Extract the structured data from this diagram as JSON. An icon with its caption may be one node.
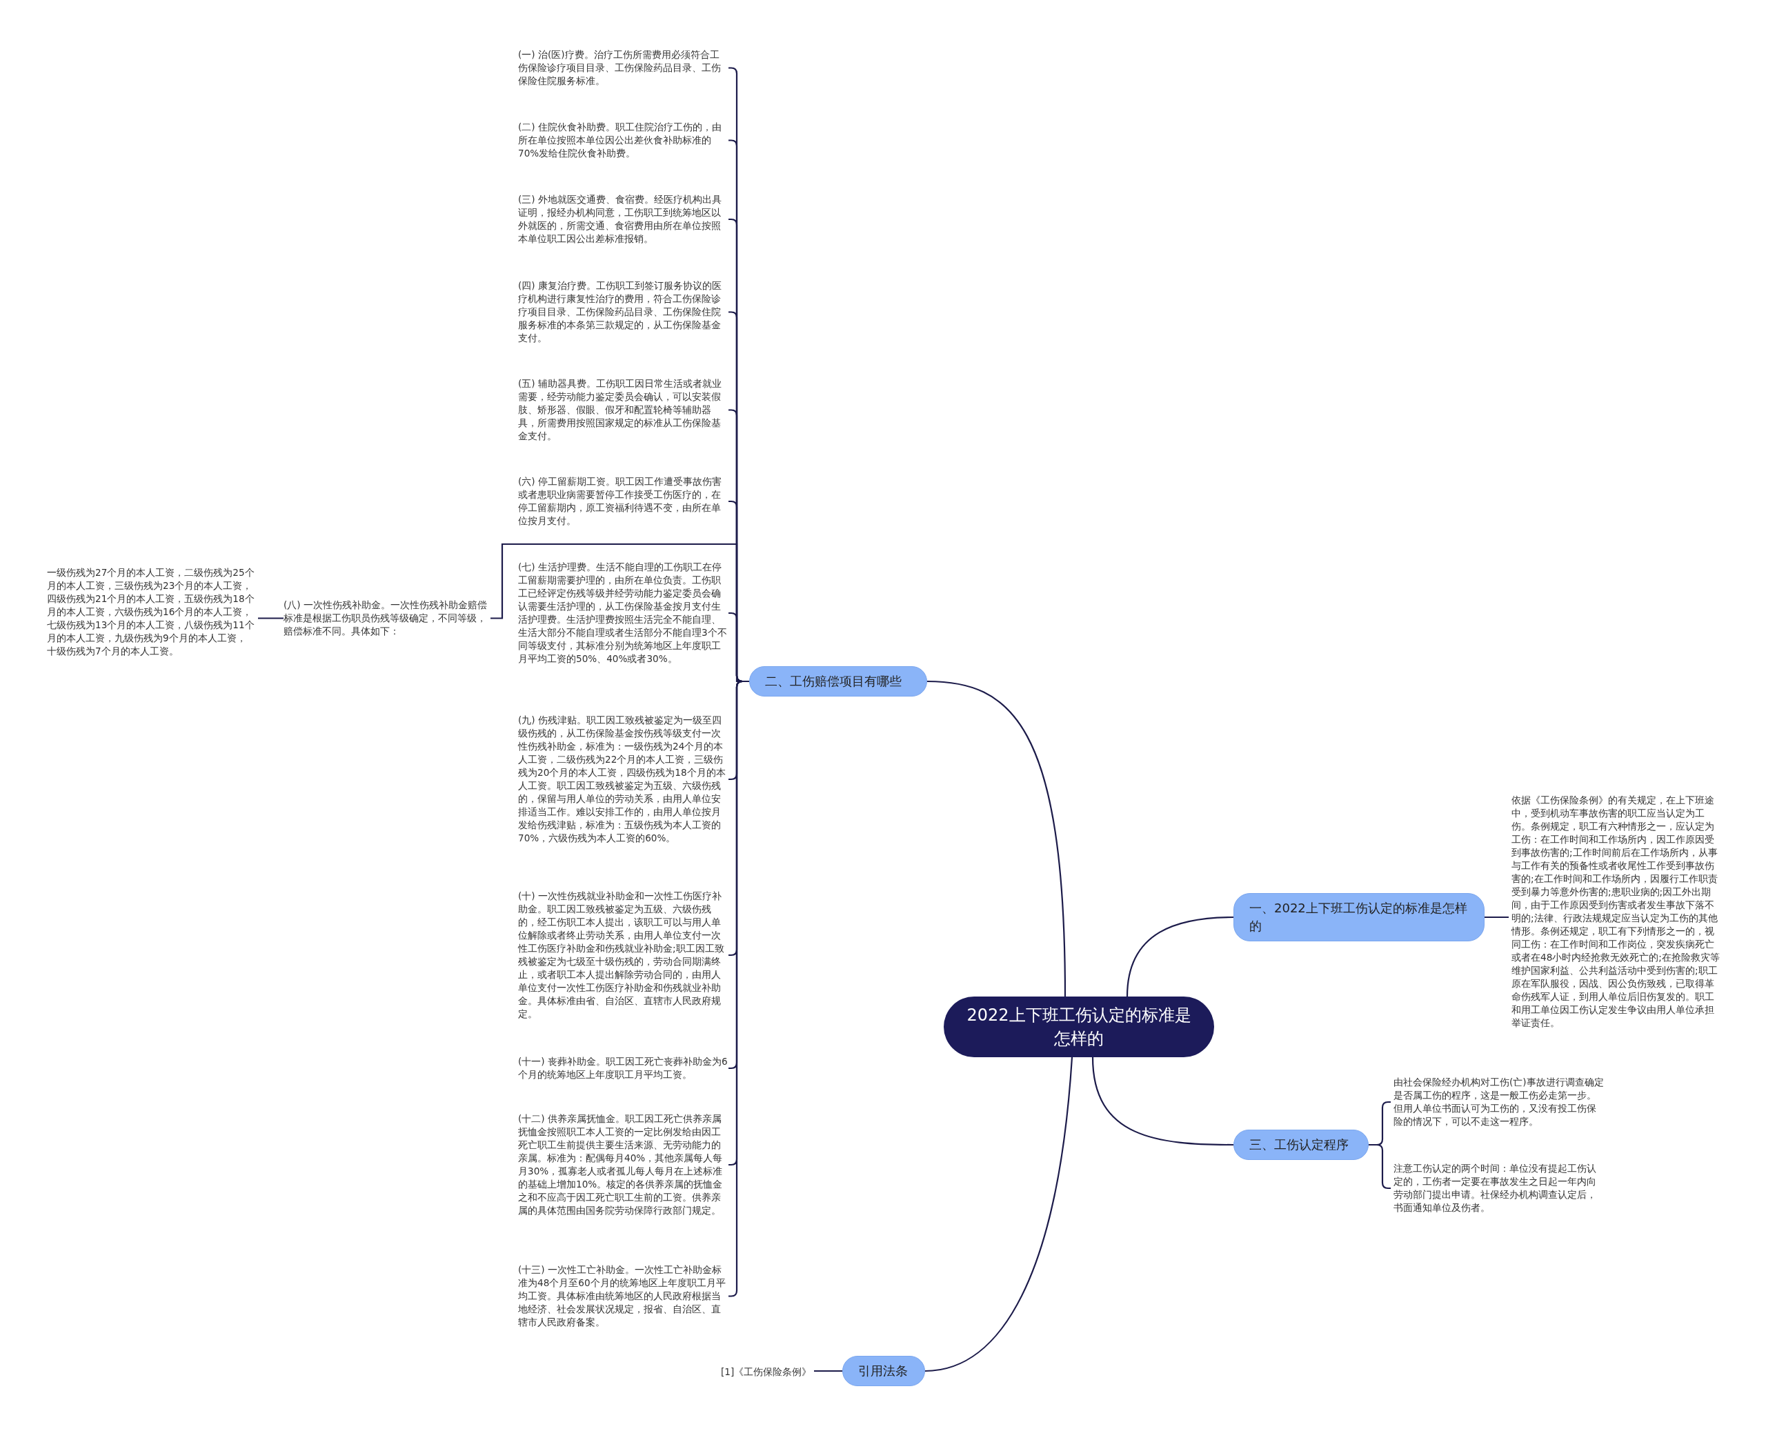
{
  "diagram": {
    "nodes": [
      {
        "text": [
          "2022上下班工伤认定的标准是怎样的"
        ]
      },
      {
        "text": [
          "二、工伤赔偿项目有哪些"
        ]
      },
      {
        "text": [
          "(一) 治(医)疗费。治疗工伤所需费用必须符合工伤保险诊疗项目目录、工伤保险药品目录、工伤保险住院服务标准。"
        ]
      },
      {
        "text": [
          "(二) 住院伙食补助费。职工住院治疗工伤的，由所在单位按照本单位因公出差伙食补助标准的70%发给住院伙食补助费。"
        ]
      },
      {
        "text": [
          "(三) 外地就医交通费、食宿费。经医疗机构出具证明，报经办机构同意，工伤职工到统筹地区以外就医的，所需交通、食宿费用由所在单位按照本单位职工因公出差标准报销。"
        ]
      },
      {
        "text": [
          "(四) 康复治疗费。工伤职工到签订服务协议的医疗机构进行康复性治疗的费用，符合工伤保险诊疗项目目录、工伤保险药品目录、工伤保险住院服务标准的本条第三款规定的，从工伤保险基金支付。"
        ]
      },
      {
        "text": [
          "(五) 辅助器具费。工伤职工因日常生活或者就业需要，经劳动能力鉴定委员会确认，可以安装假肢、矫形器、假眼、假牙和配置轮椅等辅助器具，所需费用按照国家规定的标准从工伤保险基金支付。"
        ]
      },
      {
        "text": [
          "(六) 停工留薪期工资。职工因工作遭受事故伤害或者患职业病需要暂停工作接受工伤医疗的，在停工留薪期内，原工资福利待遇不变，由所在单位按月支付。"
        ]
      },
      {
        "text": [
          "(七) 生活护理费。生活不能自理的工伤职工在停工留薪期需要护理的，由所在单位负责。工伤职工已经评定伤残等级并经劳动能力鉴定委员会确认需要生活护理的，从工伤保险基金按月支付生活护理费。生活护理费按照生活完全不能自理、生活大部分不能自理或者生活部分不能自理3个不同等级支付，其标准分别为统筹地区上年度职工月平均工资的50%、40%或者30%。"
        ]
      },
      {
        "text": [
          "(八) 一次性伤残补助金。一次性伤残补助金赔偿标准是根据工伤职员伤残等级确定，不同等级，赔偿标准不同。具体如下："
        ]
      },
      {
        "text": [
          "一级伤残为27个月的本人工资，二级伤残为25个月的本人工资，三级伤残为23个月的本人工资，四级伤残为21个月的本人工资，五级伤残为18个月的本人工资，六级伤残为16个月的本人工资，七级伤残为13个月的本人工资，八级伤残为11个月的本人工资，九级伤残为9个月的本人工资，十级伤残为7个月的本人工资。"
        ]
      },
      {
        "text": [
          "(九) 伤残津贴。职工因工致残被鉴定为一级至四级伤残的，从工伤保险基金按伤残等级支付一次性伤残补助金，标准为：一级伤残为24个月的本人工资，二级伤残为22个月的本人工资，三级伤残为20个月的本人工资，四级伤残为18个月的本人工资。职工因工致残被鉴定为五级、六级伤残的，保留与用人单位的劳动关系，由用人单位安排适当工作。难以安排工作的，由用人单位按月发给伤残津贴，标准为：五级伤残为本人工资的70%，六级伤残为本人工资的60%。"
        ]
      },
      {
        "text": [
          "(十) 一次性伤残就业补助金和一次性工伤医疗补助金。职工因工致残被鉴定为五级、六级伤残的，经工伤职工本人提出，该职工可以与用人单位解除或者终止劳动关系，由用人单位支付一次性工伤医疗补助金和伤残就业补助金;职工因工致残被鉴定为七级至十级伤残的，劳动合同期满终止，或者职工本人提出解除劳动合同的，由用人单位支付一次性工伤医疗补助金和伤残就业补助金。具体标准由省、自治区、直辖市人民政府规定。"
        ]
      },
      {
        "text": [
          "(十一) 丧葬补助金。职工因工死亡丧葬补助金为6个月的统筹地区上年度职工月平均工资。"
        ]
      },
      {
        "text": [
          "(十二) 供养亲属抚恤金。职工因工死亡供养亲属抚恤金按照职工本人工资的一定比例发给由因工死亡职工生前提供主要生活来源、无劳动能力的亲属。标准为：配偶每月40%，其他亲属每人每月30%，孤寡老人或者孤儿每人每月在上述标准的基础上增加10%。核定的各供养亲属的抚恤金之和不应高于因工死亡职工生前的工资。供养亲属的具体范围由国务院劳动保障行政部门规定。"
        ]
      },
      {
        "text": [
          "(十三) 一次性工亡补助金。一次性工亡补助金标准为48个月至60个月的统筹地区上年度职工月平均工资。具体标准由统筹地区的人民政府根据当地经济、社会发展状况规定，报省、自治区、直辖市人民政府备案。"
        ]
      },
      {
        "text": [
          "一、2022上下班工伤认定的标准是怎样的"
        ]
      },
      {
        "text": [
          "依据《工伤保险条例》的有关规定，在上下班途中，受到机动车事故伤害的职工应当认定为工伤。条例规定，职工有六种情形之一，应认定为工伤：在工作时间和工作场所内，因工作原因受到事故伤害的;工作时间前后在工作场所内，从事与工作有关的预备性或者收尾性工作受到事故伤害的;在工作时间和工作场所内，因履行工作职责受到暴力等意外伤害的;患职业病的;因工外出期间，由于工作原因受到伤害或者发生事故下落不明的;法律、行政法规规定应当认定为工伤的其他情形。条例还规定，职工有下列情形之一的，视同工伤：在工作时间和工作岗位，突发疾病死亡或者在48小时内经抢救无效死亡的;在抢险救灾等维护国家利益、公共利益活动中受到伤害的;职工原在军队服役，因战、因公负伤致残，已取得革命伤残军人证，到用人单位后旧伤复发的。职工和用工单位因工伤认定发生争议由用人单位承担举证责任。"
        ]
      },
      {
        "text": [
          "三、工伤认定程序"
        ]
      },
      {
        "text": [
          "由社会保险经办机构对工伤(亡)事故进行调查确定是否属工伤的程序，这是一般工伤必走第一步。但用人单位书面认可为工伤的，又没有投工伤保险的情况下，可以不走这一程序。"
        ]
      },
      {
        "text": [
          "注意工伤认定的两个时间：单位没有提起工伤认定的，工伤者一定要在事故发生之日起一年内向劳动部门提出申请。社保经办机构调查认定后，书面通知单位及伤者。"
        ]
      },
      {
        "text": [
          "引用法条"
        ]
      },
      {
        "text": [
          "[1]《工伤保险条例》"
        ]
      }
    ],
    "edges": [
      {
        "from": 0,
        "to": 1,
        "arrow": "none"
      },
      {
        "from": 1,
        "to": 2,
        "arrow": "none"
      },
      {
        "from": 1,
        "to": 3,
        "arrow": "none"
      },
      {
        "from": 1,
        "to": 4,
        "arrow": "none"
      },
      {
        "from": 1,
        "to": 5,
        "arrow": "none"
      },
      {
        "from": 1,
        "to": 6,
        "arrow": "none"
      },
      {
        "from": 1,
        "to": 7,
        "arrow": "none"
      },
      {
        "from": 1,
        "to": 8,
        "arrow": "none"
      },
      {
        "from": 1,
        "to": 9,
        "arrow": "none"
      },
      {
        "from": 9,
        "to": 10,
        "arrow": "none"
      },
      {
        "from": 1,
        "to": 11,
        "arrow": "none"
      },
      {
        "from": 1,
        "to": 12,
        "arrow": "none"
      },
      {
        "from": 1,
        "to": 13,
        "arrow": "none"
      },
      {
        "from": 1,
        "to": 14,
        "arrow": "none"
      },
      {
        "from": 1,
        "to": 15,
        "arrow": "none"
      },
      {
        "from": 0,
        "to": 16,
        "arrow": "none"
      },
      {
        "from": 16,
        "to": 17,
        "arrow": "none"
      },
      {
        "from": 0,
        "to": 18,
        "arrow": "none"
      },
      {
        "from": 18,
        "to": 19,
        "arrow": "none"
      },
      {
        "from": 18,
        "to": 20,
        "arrow": "none"
      },
      {
        "from": 0,
        "to": 21,
        "arrow": "none"
      },
      {
        "from": 21,
        "to": 22,
        "arrow": "none"
      }
    ]
  }
}
